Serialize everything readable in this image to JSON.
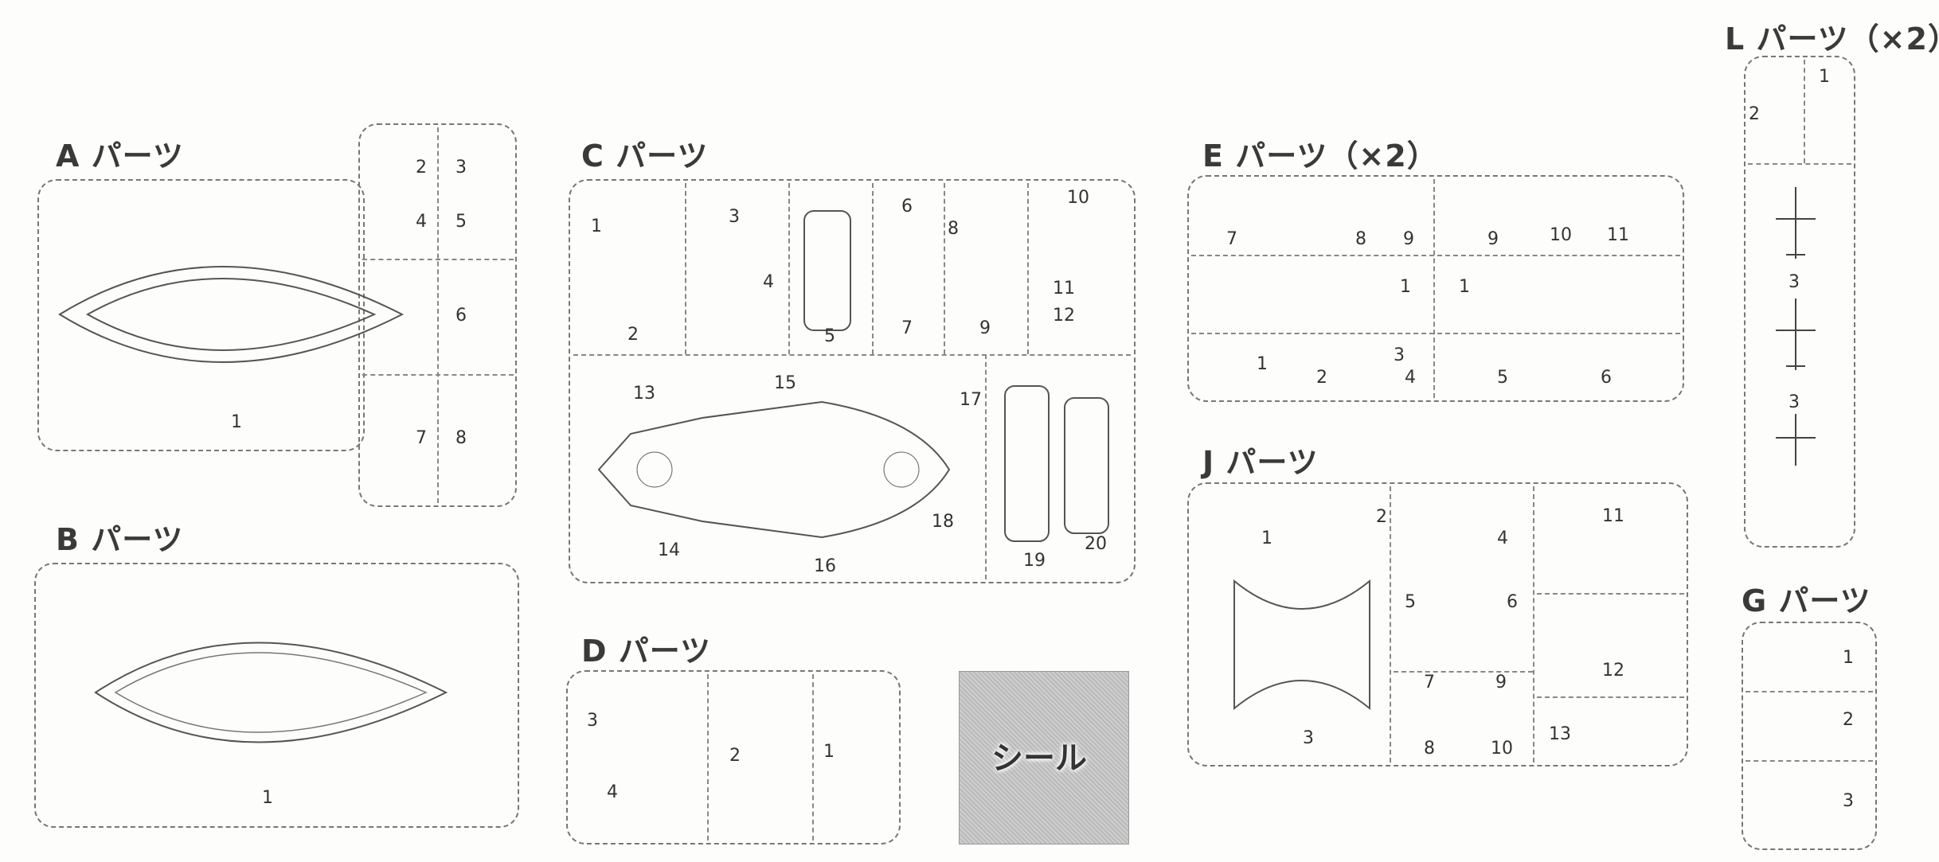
{
  "sprues": {
    "A": {
      "title": "A パーツ",
      "parts": [
        "1",
        "2",
        "3",
        "4",
        "5",
        "6",
        "7",
        "8"
      ]
    },
    "B": {
      "title": "B パーツ",
      "parts": [
        "1"
      ]
    },
    "C": {
      "title": "C パーツ",
      "parts": [
        "1",
        "3",
        "4",
        "2",
        "5",
        "6",
        "7",
        "8",
        "9",
        "10",
        "11",
        "12",
        "13",
        "15",
        "17",
        "14",
        "16",
        "18",
        "19",
        "20"
      ]
    },
    "D": {
      "title": "D パーツ",
      "parts": [
        "3",
        "4",
        "2",
        "1"
      ]
    },
    "E": {
      "title": "E パーツ（×2）",
      "parts": [
        "7",
        "8",
        "9",
        "9",
        "10",
        "11",
        "1",
        "1",
        "1",
        "2",
        "3",
        "4",
        "5",
        "6"
      ]
    },
    "J": {
      "title": "J パーツ",
      "parts": [
        "1",
        "2",
        "3",
        "4",
        "5",
        "6",
        "7",
        "8",
        "9",
        "10",
        "11",
        "12",
        "13"
      ]
    },
    "L": {
      "title": "L パーツ（×2）",
      "parts": [
        "1",
        "2",
        "3",
        "3"
      ]
    },
    "G": {
      "title": "G パーツ",
      "parts": [
        "1",
        "2",
        "3"
      ]
    }
  },
  "decal_sheet": {
    "label": "シール"
  }
}
